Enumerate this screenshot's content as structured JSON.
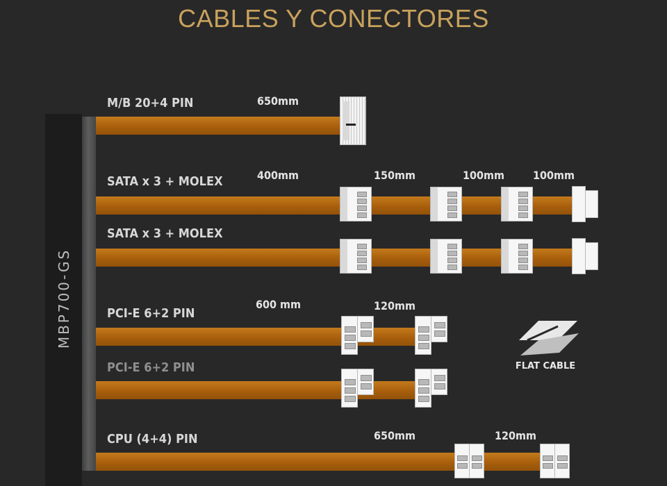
{
  "title": "CABLES Y CONECTORES",
  "psu_model": "MBP700-GS",
  "colors": {
    "title": "#c9a25c",
    "label": "#d8d8d8",
    "length": "#e4e4e4",
    "model": "#bdbdbd",
    "dim_label": "#8f8f8f",
    "flat_cable": "#e8e8e8"
  },
  "cables": [
    {
      "label": "M/B 20+4 PIN",
      "lengths": [
        "650mm"
      ]
    },
    {
      "label": "SATA x 3 + MOLEX",
      "lengths": [
        "400mm",
        "150mm",
        "100mm",
        "100mm"
      ]
    },
    {
      "label": "SATA x 3 + MOLEX",
      "lengths": []
    },
    {
      "label": "PCI-E 6+2 PIN",
      "lengths": [
        "600 mm",
        "120mm"
      ]
    },
    {
      "label": "PCI-E 6+2 PIN",
      "lengths": []
    },
    {
      "label": "CPU (4+4) PIN",
      "lengths": [
        "650mm",
        "120mm"
      ]
    }
  ],
  "badge": {
    "icon": "flat-cable-icon",
    "label": "FLAT CABLE"
  }
}
